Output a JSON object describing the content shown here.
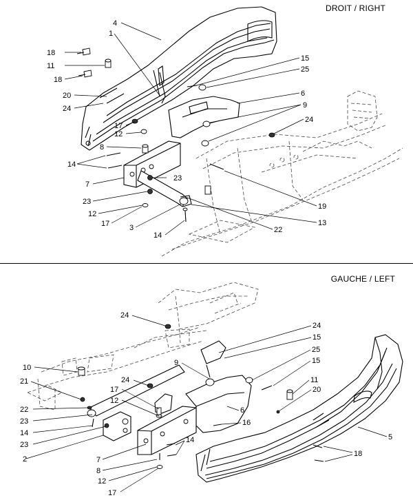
{
  "diagram": {
    "title_right": "DROIT / RIGHT",
    "title_left": "GAUCHE / LEFT",
    "right_callouts": [
      {
        "label": "4"
      },
      {
        "label": "1"
      },
      {
        "label": "18"
      },
      {
        "label": "11"
      },
      {
        "label": "18"
      },
      {
        "label": "20"
      },
      {
        "label": "24"
      },
      {
        "label": "17"
      },
      {
        "label": "12"
      },
      {
        "label": "8"
      },
      {
        "label": "14"
      },
      {
        "label": "7"
      },
      {
        "label": "23"
      },
      {
        "label": "12"
      },
      {
        "label": "17"
      },
      {
        "label": "3"
      },
      {
        "label": "14"
      },
      {
        "label": "15"
      },
      {
        "label": "25"
      },
      {
        "label": "6"
      },
      {
        "label": "9"
      },
      {
        "label": "24"
      },
      {
        "label": "23"
      },
      {
        "label": "19"
      },
      {
        "label": "13"
      },
      {
        "label": "22"
      }
    ],
    "left_callouts": [
      {
        "label": "24"
      },
      {
        "label": "24"
      },
      {
        "label": "15"
      },
      {
        "label": "25"
      },
      {
        "label": "15"
      },
      {
        "label": "10"
      },
      {
        "label": "9"
      },
      {
        "label": "21"
      },
      {
        "label": "24"
      },
      {
        "label": "17"
      },
      {
        "label": "12"
      },
      {
        "label": "22"
      },
      {
        "label": "23"
      },
      {
        "label": "14"
      },
      {
        "label": "23"
      },
      {
        "label": "2"
      },
      {
        "label": "6"
      },
      {
        "label": "16"
      },
      {
        "label": "11"
      },
      {
        "label": "20"
      },
      {
        "label": "5"
      },
      {
        "label": "14"
      },
      {
        "label": "7"
      },
      {
        "label": "8"
      },
      {
        "label": "12"
      },
      {
        "label": "17"
      },
      {
        "label": "18"
      }
    ]
  }
}
